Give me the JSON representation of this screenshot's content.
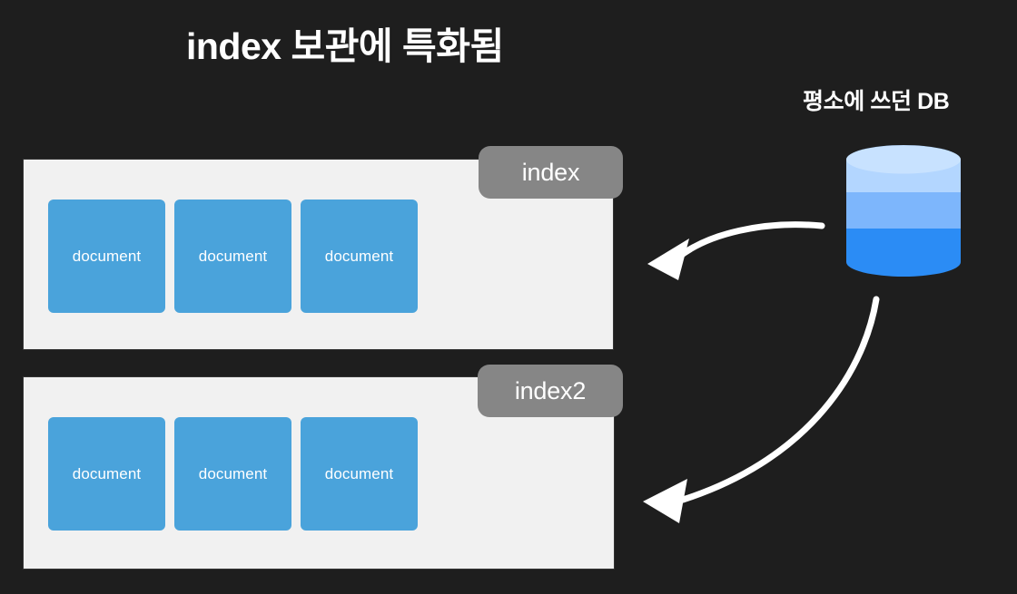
{
  "slide": {
    "title": "index 보관에 특화됨",
    "background_color": "#1e1e1e"
  },
  "database": {
    "caption": "평소에 쓰던 DB",
    "icon": "database-cylinder-icon",
    "colors": {
      "top_band": "#b3d6ff",
      "mid_band": "#7db6fc",
      "bottom_band": "#2b8cf5"
    }
  },
  "panels": [
    {
      "badge_label": "index",
      "panel_color": "#f1f1f1",
      "badge_color": "#868686",
      "documents": [
        {
          "label": "document"
        },
        {
          "label": "document"
        },
        {
          "label": "document"
        }
      ]
    },
    {
      "badge_label": "index2",
      "panel_color": "#f1f1f1",
      "badge_color": "#868686",
      "documents": [
        {
          "label": "document"
        },
        {
          "label": "document"
        },
        {
          "label": "document"
        }
      ]
    }
  ],
  "arrows": [
    {
      "name": "arrow-db-to-index",
      "color": "#ffffff"
    },
    {
      "name": "arrow-db-to-index2",
      "color": "#ffffff"
    }
  ],
  "document_box_color": "#4aa3db"
}
